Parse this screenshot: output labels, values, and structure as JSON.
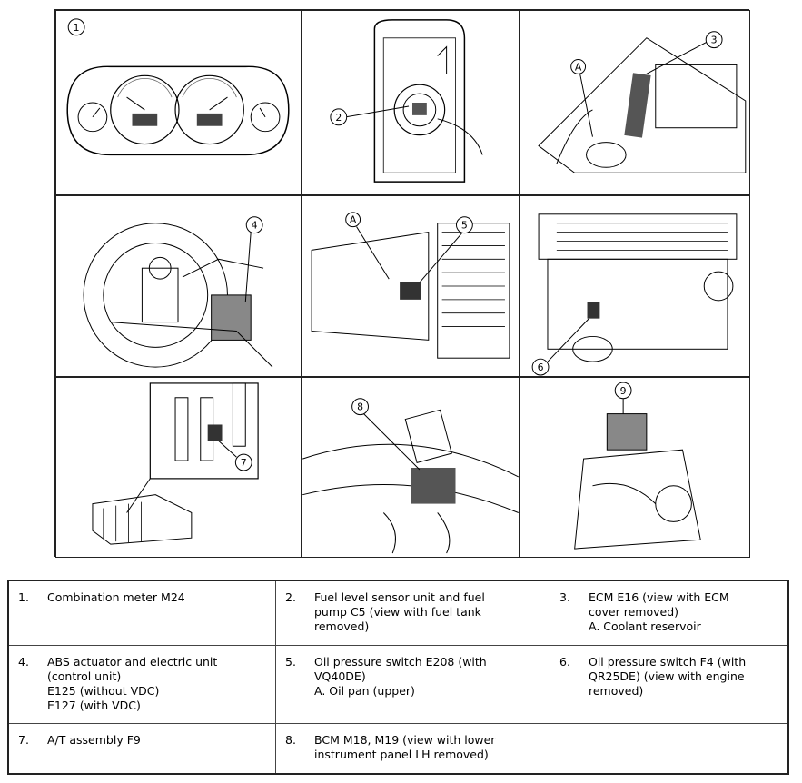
{
  "figure": {
    "callouts": [
      "1",
      "2",
      "3",
      "4",
      "5",
      "6",
      "7",
      "8",
      "9"
    ],
    "letter_callout": "A"
  },
  "legend": [
    {
      "num": "1.",
      "text": "Combination meter M24"
    },
    {
      "num": "2.",
      "text": "Fuel level sensor unit and fuel\npump C5 (view with fuel tank\nremoved)"
    },
    {
      "num": "3.",
      "text": "ECM E16 (view with ECM\ncover removed)\nA. Coolant reservoir"
    },
    {
      "num": "4.",
      "text": "ABS actuator and electric unit\n(control unit)\nE125 (without VDC)\nE127 (with VDC)"
    },
    {
      "num": "5.",
      "text": "Oil pressure switch E208 (with\nVQ40DE)\nA. Oil pan (upper)"
    },
    {
      "num": "6.",
      "text": "Oil pressure switch F4 (with\nQR25DE) (view with engine\nremoved)"
    },
    {
      "num": "7.",
      "text": "A/T assembly F9"
    },
    {
      "num": "8.",
      "text": "BCM M18, M19 (view with lower\ninstrument panel LH removed)"
    },
    {
      "num": "",
      "text": ""
    }
  ]
}
